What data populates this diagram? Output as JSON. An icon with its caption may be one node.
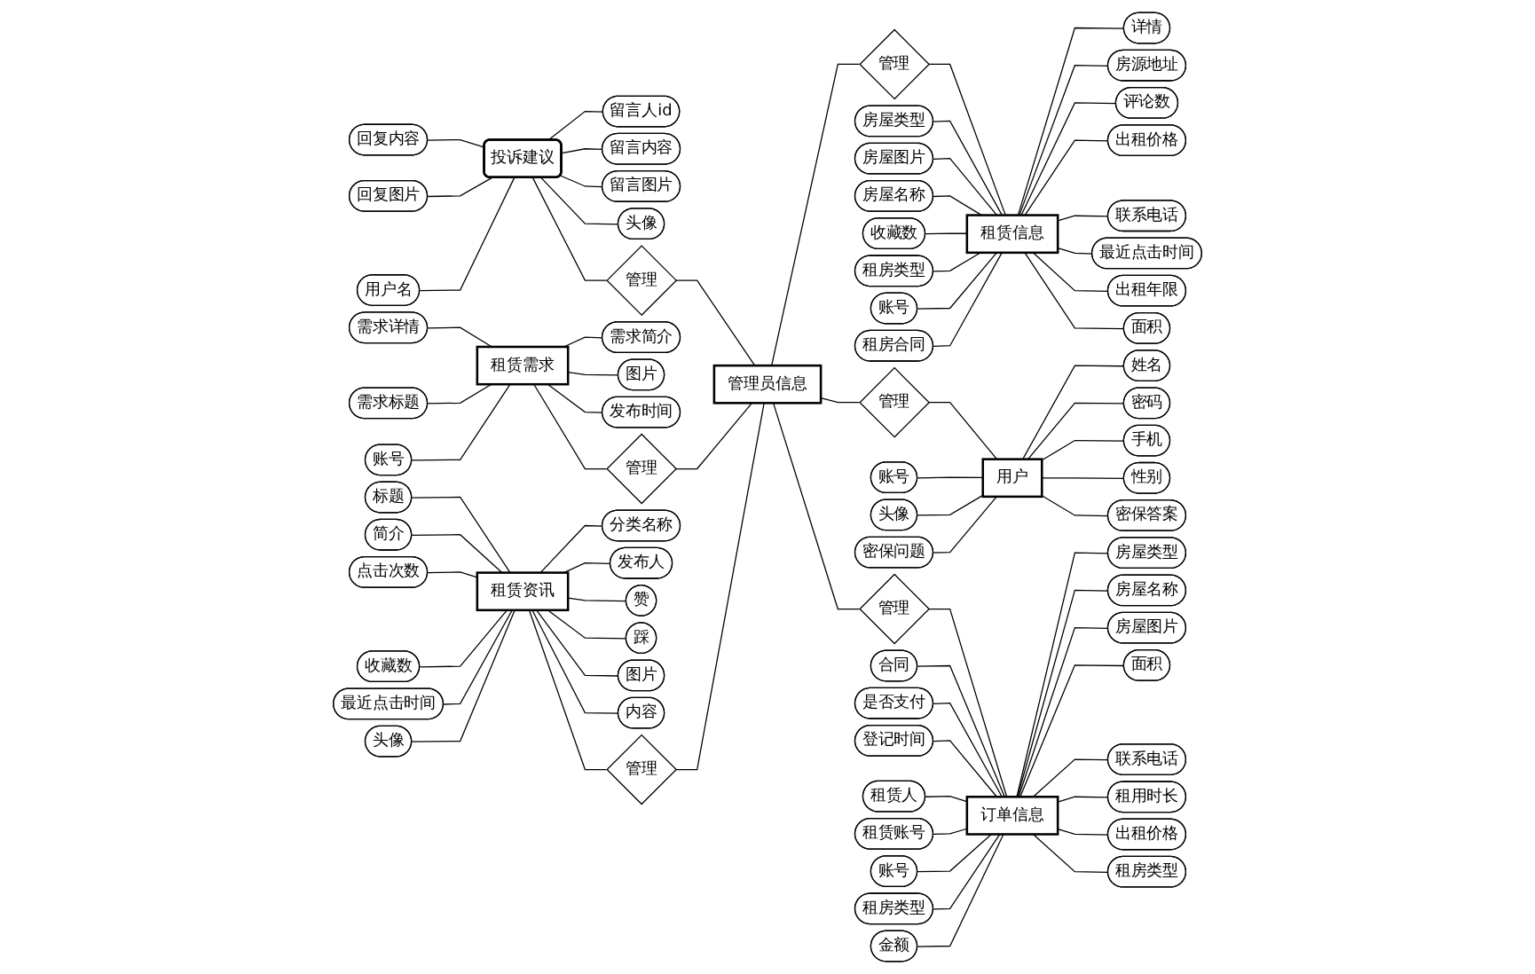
{
  "diagram": {
    "nodes": [
      {
        "text": [
          "管理员信息"
        ]
      },
      {
        "text": [
          "投诉建议"
        ]
      },
      {
        "text": [
          "回复图片"
        ]
      },
      {
        "text": [
          "留言人id"
        ]
      },
      {
        "text": [
          "回复内容"
        ]
      },
      {
        "text": [
          "留言内容"
        ]
      },
      {
        "text": [
          "留言图片"
        ]
      },
      {
        "text": [
          "用户名"
        ]
      },
      {
        "text": [
          "头像"
        ]
      },
      {
        "text": [
          "管理"
        ]
      },
      {
        "text": [
          "租赁信息"
        ]
      },
      {
        "text": [
          "房屋类型"
        ]
      },
      {
        "text": [
          "房屋图片"
        ]
      },
      {
        "text": [
          "详情"
        ]
      },
      {
        "text": [
          "房源地址"
        ]
      },
      {
        "text": [
          "房屋名称"
        ]
      },
      {
        "text": [
          "评论数"
        ]
      },
      {
        "text": [
          "收藏数"
        ]
      },
      {
        "text": [
          "出租价格"
        ]
      },
      {
        "text": [
          "联系电话"
        ]
      },
      {
        "text": [
          "租房类型"
        ]
      },
      {
        "text": [
          "最近点击时间"
        ]
      },
      {
        "text": [
          "账号"
        ]
      },
      {
        "text": [
          "租房合同"
        ]
      },
      {
        "text": [
          "出租年限"
        ]
      },
      {
        "text": [
          "面积"
        ]
      },
      {
        "text": [
          "管理"
        ]
      },
      {
        "text": [
          "租赁需求"
        ]
      },
      {
        "text": [
          "需求标题"
        ]
      },
      {
        "text": [
          "需求简介"
        ]
      },
      {
        "text": [
          "需求详情"
        ]
      },
      {
        "text": [
          "账号"
        ]
      },
      {
        "text": [
          "图片"
        ]
      },
      {
        "text": [
          "发布时间"
        ]
      },
      {
        "text": [
          "管理"
        ]
      },
      {
        "text": [
          "租赁资讯"
        ]
      },
      {
        "text": [
          "头像"
        ]
      },
      {
        "text": [
          "分类名称"
        ]
      },
      {
        "text": [
          "发布人"
        ]
      },
      {
        "text": [
          "标题"
        ]
      },
      {
        "text": [
          "简介"
        ]
      },
      {
        "text": [
          "点击次数"
        ]
      },
      {
        "text": [
          "收藏数"
        ]
      },
      {
        "text": [
          "最近点击时间"
        ]
      },
      {
        "text": [
          "赞"
        ]
      },
      {
        "text": [
          "踩"
        ]
      },
      {
        "text": [
          "图片"
        ]
      },
      {
        "text": [
          "内容"
        ]
      },
      {
        "text": [
          "管理"
        ]
      },
      {
        "text": [
          "用户"
        ]
      },
      {
        "text": [
          "账号"
        ]
      },
      {
        "text": [
          "姓名"
        ]
      },
      {
        "text": [
          "密码"
        ]
      },
      {
        "text": [
          "手机"
        ]
      },
      {
        "text": [
          "性别"
        ]
      },
      {
        "text": [
          "头像"
        ]
      },
      {
        "text": [
          "密保问题"
        ]
      },
      {
        "text": [
          "密保答案"
        ]
      },
      {
        "text": [
          "管理"
        ]
      },
      {
        "text": [
          "订单信息"
        ]
      },
      {
        "text": [
          "是否支付"
        ]
      },
      {
        "text": [
          "合同"
        ]
      },
      {
        "text": [
          "登记时间"
        ]
      },
      {
        "text": [
          "租赁人"
        ]
      },
      {
        "text": [
          "租赁账号"
        ]
      },
      {
        "text": [
          "账号"
        ]
      },
      {
        "text": [
          "租房类型"
        ]
      },
      {
        "text": [
          "金额"
        ]
      },
      {
        "text": [
          "租房类型"
        ]
      },
      {
        "text": [
          "出租价格"
        ]
      },
      {
        "text": [
          "房屋类型"
        ]
      },
      {
        "text": [
          "房屋名称"
        ]
      },
      {
        "text": [
          "房屋图片"
        ]
      },
      {
        "text": [
          "面积"
        ]
      },
      {
        "text": [
          "联系电话"
        ]
      },
      {
        "text": [
          "租用时长"
        ]
      },
      {
        "text": [
          "管理"
        ]
      }
    ],
    "edges": [
      {
        "from": 4,
        "to": 1,
        "arrow": "none"
      },
      {
        "from": 2,
        "to": 1,
        "arrow": "none"
      },
      {
        "from": 7,
        "to": 1,
        "arrow": "none"
      },
      {
        "from": 1,
        "to": 3,
        "arrow": "none"
      },
      {
        "from": 1,
        "to": 5,
        "arrow": "none"
      },
      {
        "from": 1,
        "to": 6,
        "arrow": "none"
      },
      {
        "from": 1,
        "to": 8,
        "arrow": "none"
      },
      {
        "from": 1,
        "to": 9,
        "arrow": "none"
      },
      {
        "from": 9,
        "to": 0,
        "arrow": "none"
      },
      {
        "from": 30,
        "to": 27,
        "arrow": "none"
      },
      {
        "from": 28,
        "to": 27,
        "arrow": "none"
      },
      {
        "from": 31,
        "to": 27,
        "arrow": "none"
      },
      {
        "from": 27,
        "to": 29,
        "arrow": "none"
      },
      {
        "from": 27,
        "to": 32,
        "arrow": "none"
      },
      {
        "from": 27,
        "to": 33,
        "arrow": "none"
      },
      {
        "from": 27,
        "to": 34,
        "arrow": "none"
      },
      {
        "from": 34,
        "to": 0,
        "arrow": "none"
      },
      {
        "from": 39,
        "to": 35,
        "arrow": "none"
      },
      {
        "from": 40,
        "to": 35,
        "arrow": "none"
      },
      {
        "from": 41,
        "to": 35,
        "arrow": "none"
      },
      {
        "from": 42,
        "to": 35,
        "arrow": "none"
      },
      {
        "from": 43,
        "to": 35,
        "arrow": "none"
      },
      {
        "from": 36,
        "to": 35,
        "arrow": "none"
      },
      {
        "from": 35,
        "to": 37,
        "arrow": "none"
      },
      {
        "from": 35,
        "to": 38,
        "arrow": "none"
      },
      {
        "from": 35,
        "to": 44,
        "arrow": "none"
      },
      {
        "from": 35,
        "to": 45,
        "arrow": "none"
      },
      {
        "from": 35,
        "to": 46,
        "arrow": "none"
      },
      {
        "from": 35,
        "to": 47,
        "arrow": "none"
      },
      {
        "from": 35,
        "to": 48,
        "arrow": "none"
      },
      {
        "from": 48,
        "to": 0,
        "arrow": "none"
      },
      {
        "from": 0,
        "to": 26,
        "arrow": "none"
      },
      {
        "from": 26,
        "to": 10,
        "arrow": "none"
      },
      {
        "from": 11,
        "to": 10,
        "arrow": "none"
      },
      {
        "from": 12,
        "to": 10,
        "arrow": "none"
      },
      {
        "from": 15,
        "to": 10,
        "arrow": "none"
      },
      {
        "from": 17,
        "to": 10,
        "arrow": "none"
      },
      {
        "from": 20,
        "to": 10,
        "arrow": "none"
      },
      {
        "from": 22,
        "to": 10,
        "arrow": "none"
      },
      {
        "from": 23,
        "to": 10,
        "arrow": "none"
      },
      {
        "from": 10,
        "to": 13,
        "arrow": "none"
      },
      {
        "from": 10,
        "to": 14,
        "arrow": "none"
      },
      {
        "from": 10,
        "to": 16,
        "arrow": "none"
      },
      {
        "from": 10,
        "to": 18,
        "arrow": "none"
      },
      {
        "from": 10,
        "to": 19,
        "arrow": "none"
      },
      {
        "from": 10,
        "to": 21,
        "arrow": "none"
      },
      {
        "from": 10,
        "to": 24,
        "arrow": "none"
      },
      {
        "from": 10,
        "to": 25,
        "arrow": "none"
      },
      {
        "from": 0,
        "to": 58,
        "arrow": "none"
      },
      {
        "from": 58,
        "to": 49,
        "arrow": "none"
      },
      {
        "from": 50,
        "to": 49,
        "arrow": "none"
      },
      {
        "from": 55,
        "to": 49,
        "arrow": "none"
      },
      {
        "from": 56,
        "to": 49,
        "arrow": "none"
      },
      {
        "from": 49,
        "to": 51,
        "arrow": "none"
      },
      {
        "from": 49,
        "to": 52,
        "arrow": "none"
      },
      {
        "from": 49,
        "to": 53,
        "arrow": "none"
      },
      {
        "from": 49,
        "to": 54,
        "arrow": "none"
      },
      {
        "from": 49,
        "to": 57,
        "arrow": "none"
      },
      {
        "from": 0,
        "to": 76,
        "arrow": "none"
      },
      {
        "from": 76,
        "to": 59,
        "arrow": "none"
      },
      {
        "from": 61,
        "to": 59,
        "arrow": "none"
      },
      {
        "from": 60,
        "to": 59,
        "arrow": "none"
      },
      {
        "from": 62,
        "to": 59,
        "arrow": "none"
      },
      {
        "from": 63,
        "to": 59,
        "arrow": "none"
      },
      {
        "from": 64,
        "to": 59,
        "arrow": "none"
      },
      {
        "from": 65,
        "to": 59,
        "arrow": "none"
      },
      {
        "from": 66,
        "to": 59,
        "arrow": "none"
      },
      {
        "from": 67,
        "to": 59,
        "arrow": "none"
      },
      {
        "from": 59,
        "to": 70,
        "arrow": "none"
      },
      {
        "from": 59,
        "to": 71,
        "arrow": "none"
      },
      {
        "from": 59,
        "to": 72,
        "arrow": "none"
      },
      {
        "from": 59,
        "to": 73,
        "arrow": "none"
      },
      {
        "from": 59,
        "to": 74,
        "arrow": "none"
      },
      {
        "from": 59,
        "to": 75,
        "arrow": "none"
      },
      {
        "from": 59,
        "to": 69,
        "arrow": "none"
      },
      {
        "from": 59,
        "to": 68,
        "arrow": "none"
      }
    ]
  }
}
